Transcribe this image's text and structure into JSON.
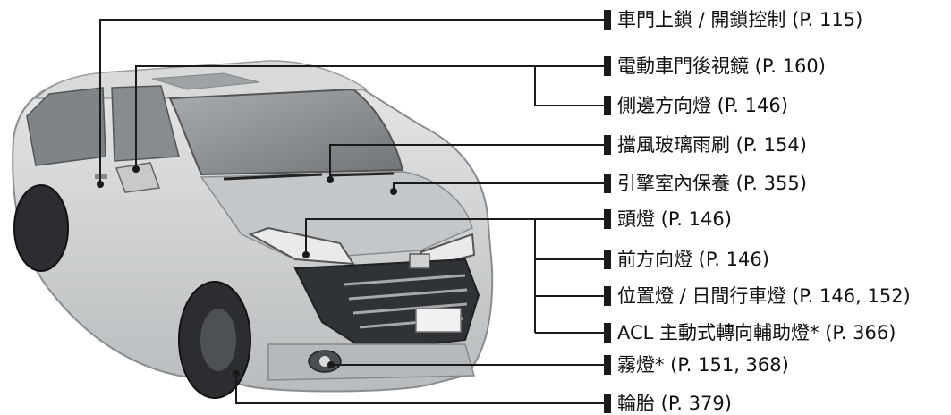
{
  "callouts": [
    {
      "id": "door-lock",
      "label": "車門上鎖 / 開鎖控制 (P. 115)"
    },
    {
      "id": "power-mirror",
      "label": "電動車門後視鏡 (P. 160)"
    },
    {
      "id": "side-turn-signal",
      "label": "側邊方向燈 (P. 146)"
    },
    {
      "id": "wipers",
      "label": "擋風玻璃雨刷 (P. 154)"
    },
    {
      "id": "engine-maintenance",
      "label": "引擎室內保養 (P. 355)"
    },
    {
      "id": "headlight",
      "label": "頭燈 (P. 146)"
    },
    {
      "id": "front-turn-signal",
      "label": "前方向燈 (P. 146)"
    },
    {
      "id": "position-drl",
      "label": "位置燈 / 日間行車燈 (P. 146, 152)"
    },
    {
      "id": "acl",
      "label": "ACL 主動式轉向輔助燈* (P. 366)"
    },
    {
      "id": "fog-light",
      "label": "霧燈* (P. 151, 368)"
    },
    {
      "id": "tire",
      "label": "輪胎 (P. 379)"
    }
  ],
  "colors": {
    "line": "#1a1a1a",
    "body": "#c9cbcc",
    "dark": "#3a3d40",
    "glass": "#8d9296"
  }
}
